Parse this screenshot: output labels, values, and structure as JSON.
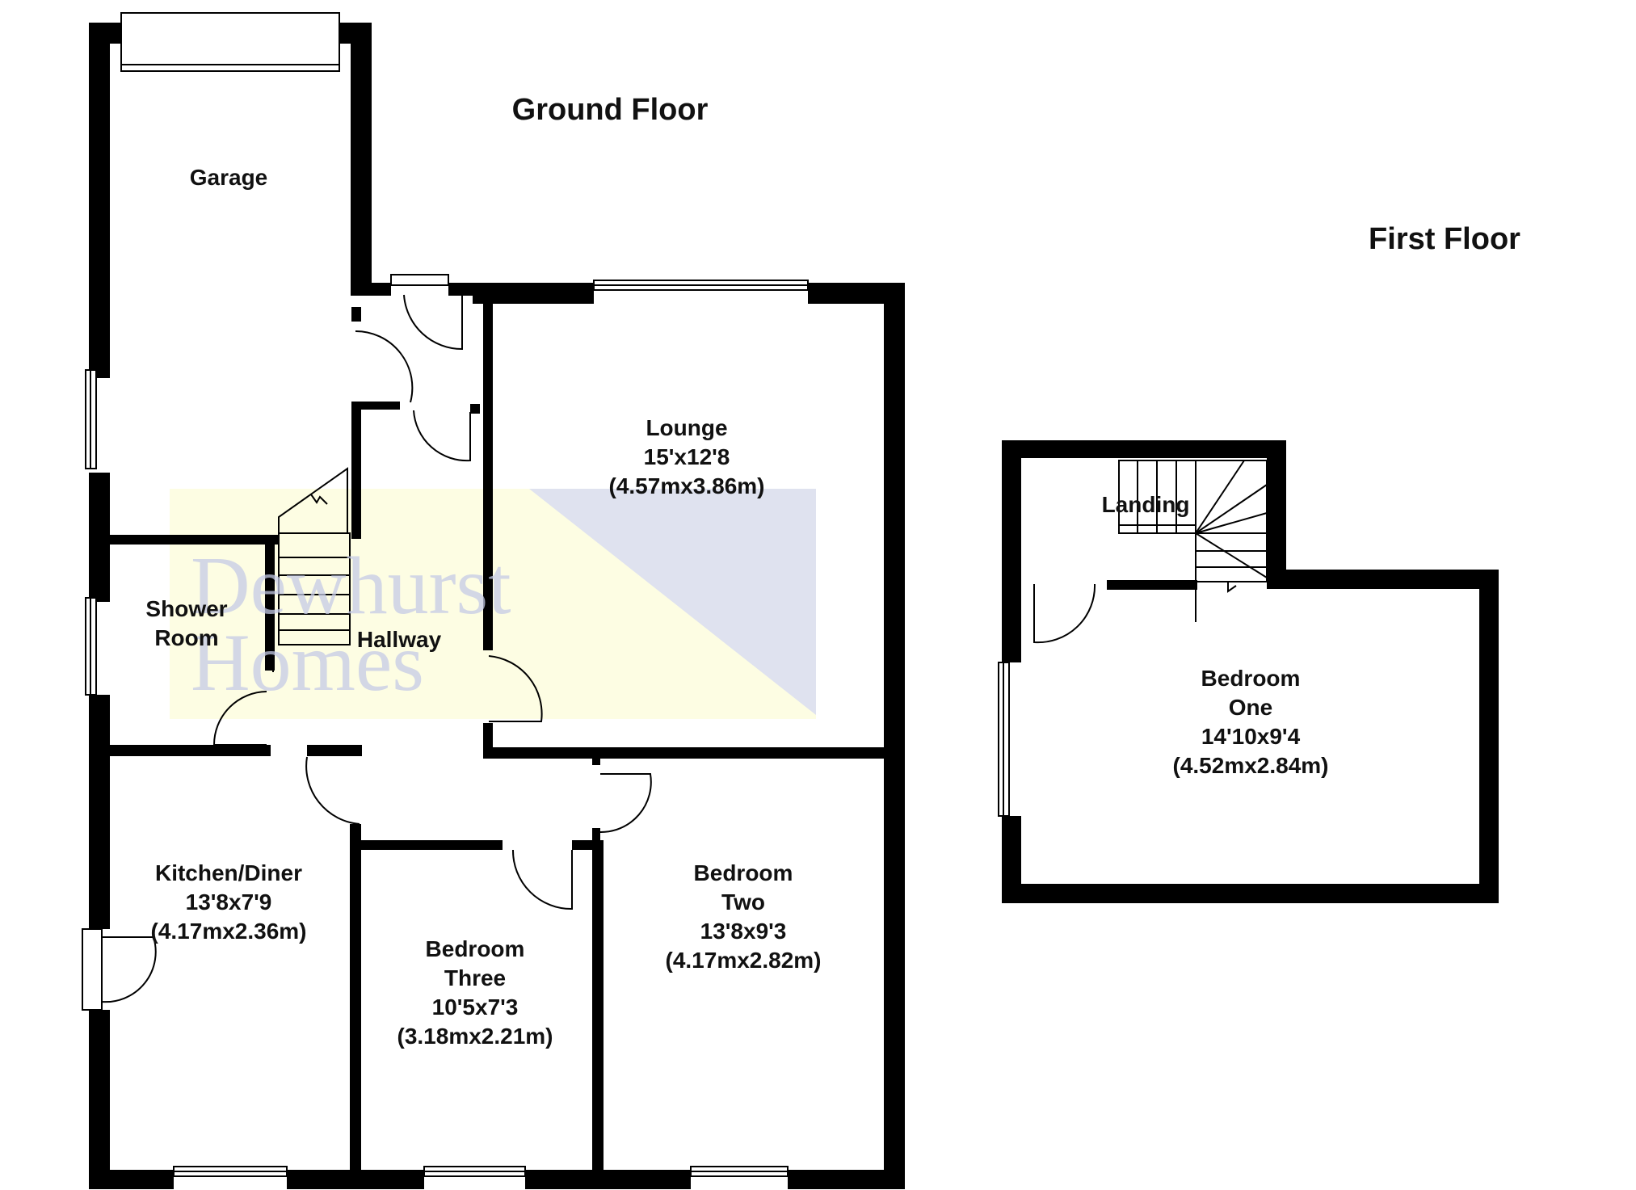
{
  "floors": {
    "ground": "Ground Floor",
    "first": "First Floor"
  },
  "watermark": {
    "line1": "Dewhurst",
    "line2": "Homes",
    "colors": {
      "yellow": "#fdfde3",
      "blue": "#dfe2ef",
      "text": "#c5cbe6"
    }
  },
  "rooms": {
    "garage": {
      "name": "Garage"
    },
    "lounge": {
      "name": "Lounge",
      "size_imperial": "15'x12'8",
      "size_metric": "(4.57mx3.86m)"
    },
    "shower_room": {
      "line1": "Shower",
      "line2": "Room"
    },
    "hallway": {
      "name": "Hallway"
    },
    "kitchen": {
      "name": "Kitchen/Diner",
      "size_imperial": "13'8x7'9",
      "size_metric": "(4.17mx2.36m)"
    },
    "bedroom_three": {
      "line1": "Bedroom",
      "line2": "Three",
      "size_imperial": "10'5x7'3",
      "size_metric": "(3.18mx2.21m)"
    },
    "bedroom_two": {
      "line1": "Bedroom",
      "line2": "Two",
      "size_imperial": "13'8x9'3",
      "size_metric": "(4.17mx2.82m)"
    },
    "landing": {
      "name": "Landing"
    },
    "bedroom_one": {
      "line1": "Bedroom",
      "line2": "One",
      "size_imperial": "14'10x9'4",
      "size_metric": "(4.52mx2.84m)"
    }
  }
}
